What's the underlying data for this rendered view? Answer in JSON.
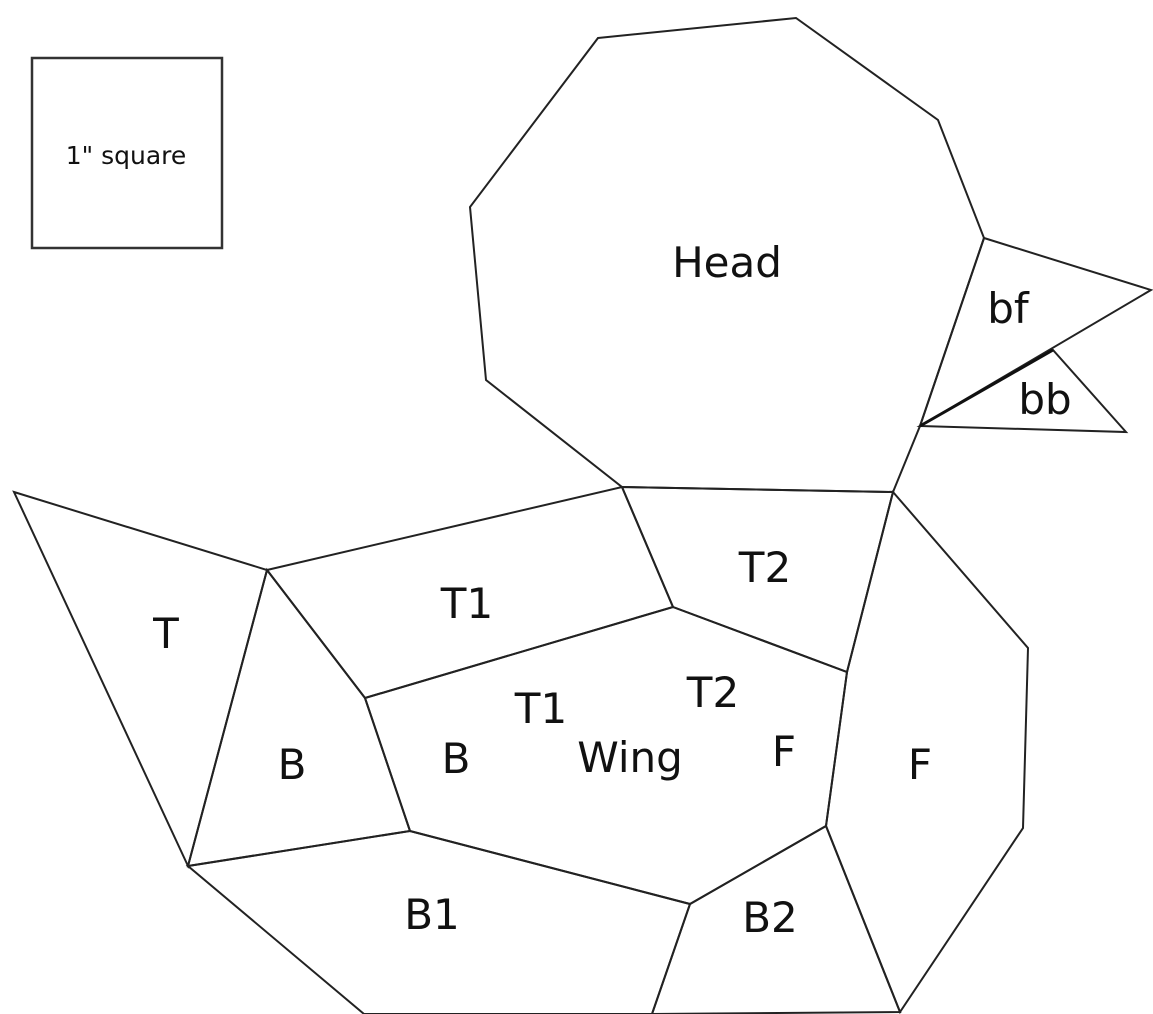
{
  "scale_square": {
    "label": "1\" square"
  },
  "labels": {
    "head": "Head",
    "beak_front": "bf",
    "beak_back": "bb",
    "tail": "T",
    "tail_bottom": "B",
    "body_top_1": "T1",
    "body_top_2": "T2",
    "wing_top_1": "T1",
    "wing_top_2": "T2",
    "wing_bottom": "B",
    "wing": "Wing",
    "wing_front": "F",
    "body_front": "F",
    "body_bottom_1": "B1",
    "body_bottom_2": "B2"
  },
  "colors": {
    "line": "#222222",
    "background": "#ffffff"
  }
}
